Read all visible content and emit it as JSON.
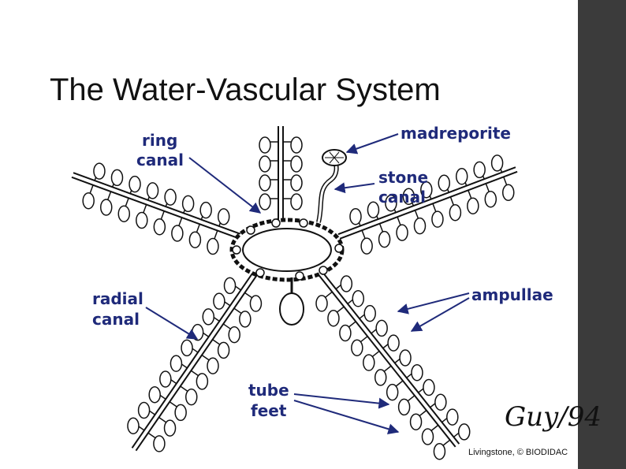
{
  "slide": {
    "title": "The Water-Vascular System",
    "accent_bar_color": "#3b3b3b"
  },
  "diagram": {
    "labels": {
      "ring_canal": [
        "ring",
        "canal"
      ],
      "madreporite": "madreporite",
      "stone_canal": [
        "stone",
        "canal"
      ],
      "radial_canal": [
        "radial",
        "canal"
      ],
      "ampullae": "ampullae",
      "tube_feet": [
        "tube",
        "feet"
      ]
    },
    "label_color": "#1f2a7a",
    "signature": "Guy/94",
    "credit": "Livingstone, © BIODIDAC"
  }
}
